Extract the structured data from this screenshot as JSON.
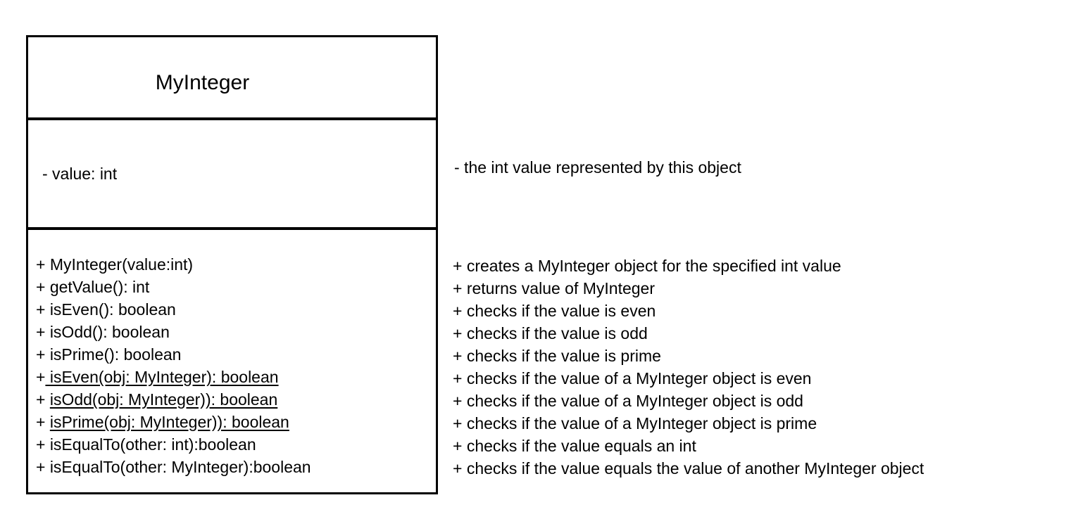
{
  "colors": {
    "background": "#ffffff",
    "border": "#000000",
    "text": "#000000"
  },
  "class_box": {
    "title": "MyInteger",
    "attributes": [
      {
        "text": "- value: int"
      }
    ],
    "methods": [
      {
        "plain": "+ MyInteger(value:int)",
        "underlined": ""
      },
      {
        "plain": "+ getValue(): int",
        "underlined": ""
      },
      {
        "plain": "+ isEven(): boolean",
        "underlined": ""
      },
      {
        "plain": "+ isOdd(): boolean",
        "underlined": ""
      },
      {
        "plain": "+ isPrime(): boolean",
        "underlined": ""
      },
      {
        "plain": "+",
        "underlined": " isEven(obj: MyInteger): boolean"
      },
      {
        "plain": "+ ",
        "underlined": "isOdd(obj: MyInteger)): boolean"
      },
      {
        "plain": "+ ",
        "underlined": "isPrime(obj: MyInteger)): boolean"
      },
      {
        "plain": "+ isEqualTo(other: int):boolean",
        "underlined": ""
      },
      {
        "plain": "+ isEqualTo(other: MyInteger):boolean",
        "underlined": ""
      }
    ]
  },
  "annotations": {
    "attribute_note": "- the int value represented by this object",
    "method_notes": [
      "+ creates a MyInteger object for the specified int value",
      "+ returns value of MyInteger",
      "+ checks if the value is even",
      "+ checks if the value is odd",
      "+ checks if the value is prime",
      "+ checks if the value of a MyInteger object is even",
      "+ checks if the value of a MyInteger object is odd",
      "+ checks if the value of a MyInteger object is prime",
      "+ checks if the value equals an int",
      "+ checks if the value equals the value of another MyInteger object"
    ]
  }
}
